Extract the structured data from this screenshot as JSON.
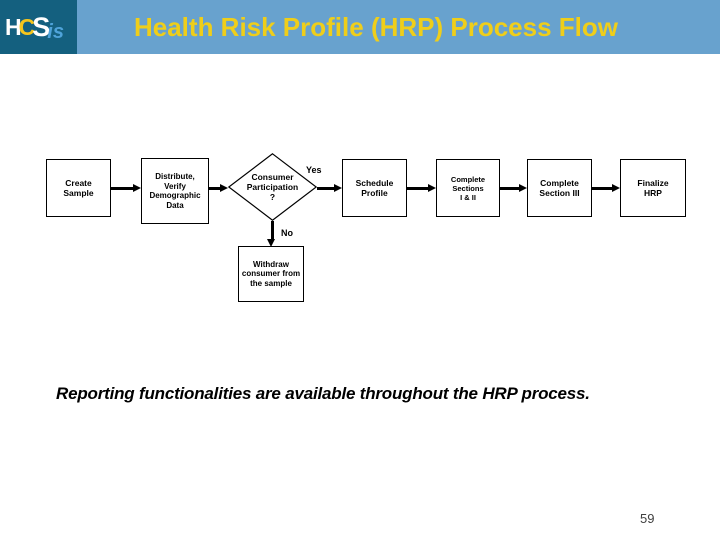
{
  "header": {
    "logo": {
      "h": "H",
      "c": "C",
      "s": "S",
      "is": "is"
    },
    "title": "Health Risk Profile (HRP) Process Flow"
  },
  "flowchart": {
    "nodes": {
      "create_sample": {
        "label": "Create\nSample"
      },
      "distribute": {
        "label": "Distribute,\nVerify\nDemographic\nData"
      },
      "consumer_participation": {
        "label": "Consumer\nParticipation\n?"
      },
      "schedule_profile": {
        "label": "Schedule\nProfile"
      },
      "complete_sections": {
        "label": "Complete\nSections\nI & II"
      },
      "complete_section_iii": {
        "label": "Complete\nSection III"
      },
      "finalize_hrp": {
        "label": "Finalize\nHRP"
      },
      "withdraw": {
        "label": "Withdraw\nconsumer from\nthe sample"
      }
    },
    "branch_labels": {
      "yes": "Yes",
      "no": "No"
    }
  },
  "footer": {
    "note": "Reporting functionalities are available throughout the HRP process.",
    "page_number": "59"
  },
  "colors": {
    "header_dark": "#14607F",
    "header_banner": "#68A2CE",
    "title_yellow": "#EFCE1A",
    "logo_accent_yellow": "#F5C51D",
    "logo_accent_blue": "#4FA3D9"
  }
}
